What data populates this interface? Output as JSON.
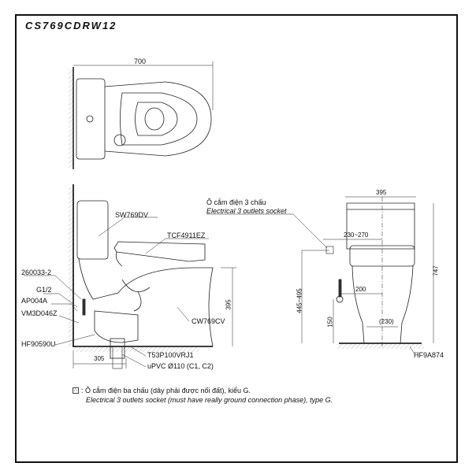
{
  "title": "CS769CDRW12",
  "top_view": {
    "width_dim": "700"
  },
  "side_view": {
    "labels": {
      "tank": "SW769DV",
      "seat": "TCF4911EZ",
      "part1": "260033-2",
      "thread": "G1/2",
      "part2": "AP004A",
      "part3": "VM3D046Z",
      "part4": "HF90590U",
      "bowl": "CW769CV",
      "flange": "T53P100VRJ1",
      "pipe": "uPVC Ø110 (C1, C2)"
    },
    "dims": {
      "height": "395",
      "rough_in": "305"
    }
  },
  "socket": {
    "vi": "Ô cắm điện 3 chấu",
    "en": "Electrical 3 outlets socket"
  },
  "front_view": {
    "dims": {
      "width": "395",
      "socket_offset": "230~270",
      "height": "747",
      "socket_height": "445~495",
      "valve_offset": "200",
      "valve_height": "150",
      "bolt_spacing": "(230)"
    },
    "labels": {
      "fixing": "HF9A874"
    }
  },
  "note": {
    "vi": ": Ô cắm điện ba chấu (dây phải được nối đất), kiểu G.",
    "en": "Electrical 3 outlets socket (must have really ground connection phase), type G."
  }
}
